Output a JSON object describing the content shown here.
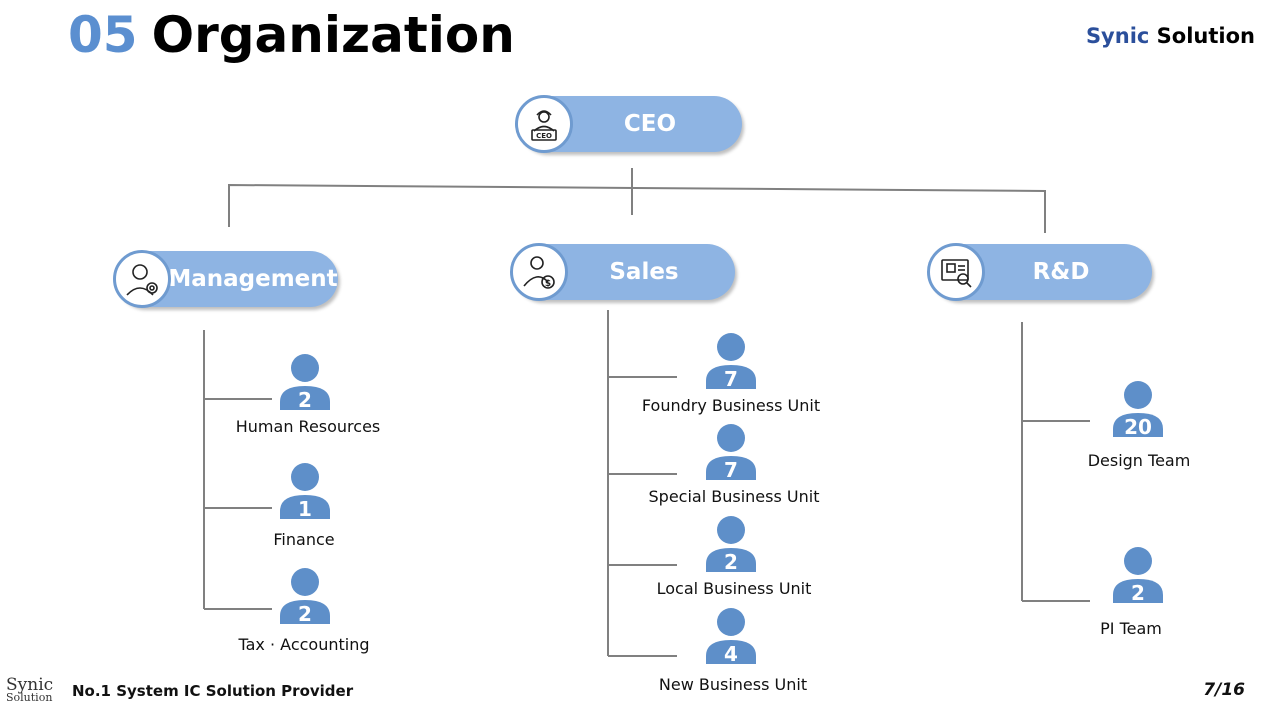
{
  "header": {
    "section_number": "05",
    "title": "Organization",
    "brand_part1": "Synic",
    "brand_part2": "Solution"
  },
  "org": {
    "ceo": {
      "label": "CEO",
      "icon": "ceo-icon"
    },
    "departments": [
      {
        "label": "Management",
        "icon": "manager-gear-icon",
        "teams": [
          {
            "name": "Human Resources",
            "count": "2"
          },
          {
            "name": "Finance",
            "count": "1"
          },
          {
            "name": "Tax · Accounting",
            "count": "2"
          }
        ]
      },
      {
        "label": "Sales",
        "icon": "salesperson-dollar-icon",
        "teams": [
          {
            "name": "Foundry Business Unit",
            "count": "7"
          },
          {
            "name": "Special Business Unit",
            "count": "7"
          },
          {
            "name": "Local Business Unit",
            "count": "2"
          },
          {
            "name": "New Business Unit",
            "count": "4"
          }
        ]
      },
      {
        "label": "R&D",
        "icon": "chip-design-icon",
        "teams": [
          {
            "name": "Design Team",
            "count": "20"
          },
          {
            "name": "PI Team",
            "count": "2"
          }
        ]
      }
    ]
  },
  "footer": {
    "logo_line1": "Synic",
    "logo_line2": "Solution",
    "tagline": "No.1 System IC Solution Provider",
    "page": "7/16"
  },
  "colors": {
    "pill": "#8eb4e3",
    "person": "#5e8fc9",
    "lines": "#808080",
    "accent": "#5b8fd0"
  }
}
